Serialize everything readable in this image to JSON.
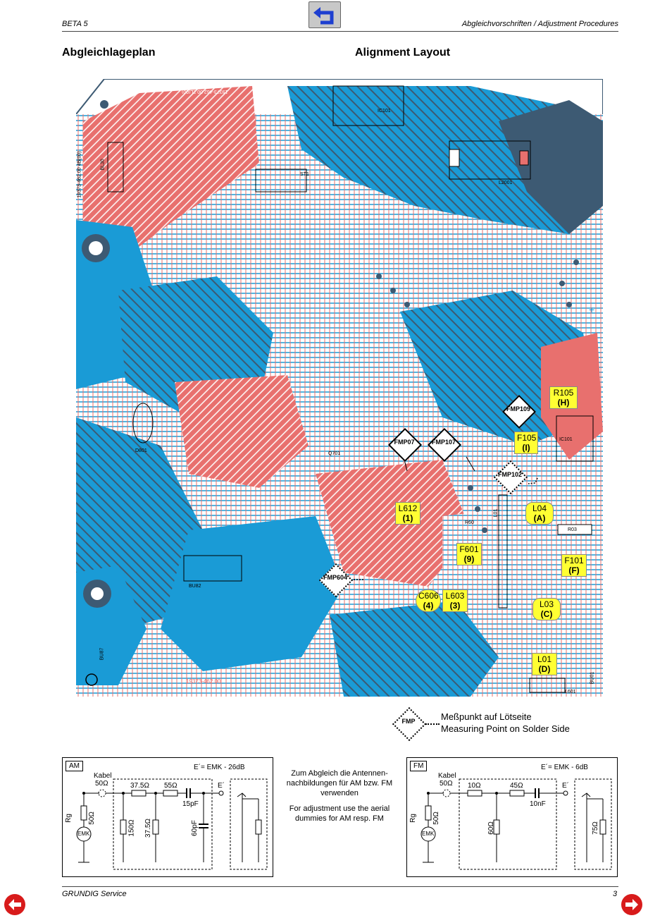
{
  "header": {
    "left": "BETA 5",
    "right": "Abgleichvorschriften / Adjustment Procedures"
  },
  "titles": {
    "german": "Abgleichlageplan",
    "english": "Alignment Layout"
  },
  "board": {
    "silk_labels": [
      "IC101",
      "L2001",
      "ST1",
      "BL30",
      "19373-462.00 4B(00)",
      "D801",
      "Q701",
      "BU82",
      "BU87",
      "IC101",
      "R03",
      "L601",
      "BU01",
      "19373-462.00",
      "19373-462.00 2L(00)",
      "R60",
      "L01"
    ],
    "adjust_points": [
      {
        "name": "R105",
        "code": "(H)"
      },
      {
        "name": "F105",
        "code": "(I)"
      },
      {
        "name": "L612",
        "code": "(1)"
      },
      {
        "name": "L04",
        "code": "(A)"
      },
      {
        "name": "F601",
        "code": "(9)"
      },
      {
        "name": "F101",
        "code": "(F)"
      },
      {
        "name": "C606",
        "code": "(4)"
      },
      {
        "name": "L603",
        "code": "(3)"
      },
      {
        "name": "L03",
        "code": "(C)"
      },
      {
        "name": "L01",
        "code": "(D)"
      }
    ],
    "measure_points": [
      "FMP109",
      "FMP07",
      "FMP107",
      "FMP102",
      "FMP604"
    ]
  },
  "legend": {
    "symbol": "FMP",
    "line1": "Meßpunkt auf Lötseite",
    "line2": "Measuring Point on Solder Side"
  },
  "am_panel": {
    "tag": "AM",
    "formula": "E´= EMK - 26dB",
    "kabel": "Kabel",
    "kabel_value": "50Ω",
    "r1": "37.5Ω",
    "r2": "55Ω",
    "c1": "15pF",
    "e_mark": "E´",
    "rg": "Rg",
    "rg_value": "50Ω",
    "emk": "EMK",
    "r_shunt1": "150Ω",
    "r_shunt2": "37.5Ω",
    "c_shunt": "60pF"
  },
  "middle_text": {
    "german": "Zum Abgleich die Antennen-nachbildungen für AM bzw. FM verwenden",
    "english": "For adjustment use the aerial dummies for AM resp. FM"
  },
  "fm_panel": {
    "tag": "FM",
    "formula": "E´= EMK - 6dB",
    "kabel": "Kabel",
    "kabel_value": "50Ω",
    "r1": "10Ω",
    "r2": "45Ω",
    "c1": "10nF",
    "e_mark": "E´",
    "rg": "Rg",
    "rg_value": "50Ω",
    "emk": "EMK",
    "r_shunt1": "60Ω",
    "r_shunt2": "75Ω"
  },
  "footer": {
    "left": "GRUNDIG Service",
    "page": "3"
  },
  "colors": {
    "board_blue": "#1a9bd6",
    "board_red": "#e8706e",
    "board_dark": "#3d5a73",
    "label_yellow": "#ffff33",
    "nav_red": "#d81b1b",
    "button_blue": "#1e3fd0"
  }
}
